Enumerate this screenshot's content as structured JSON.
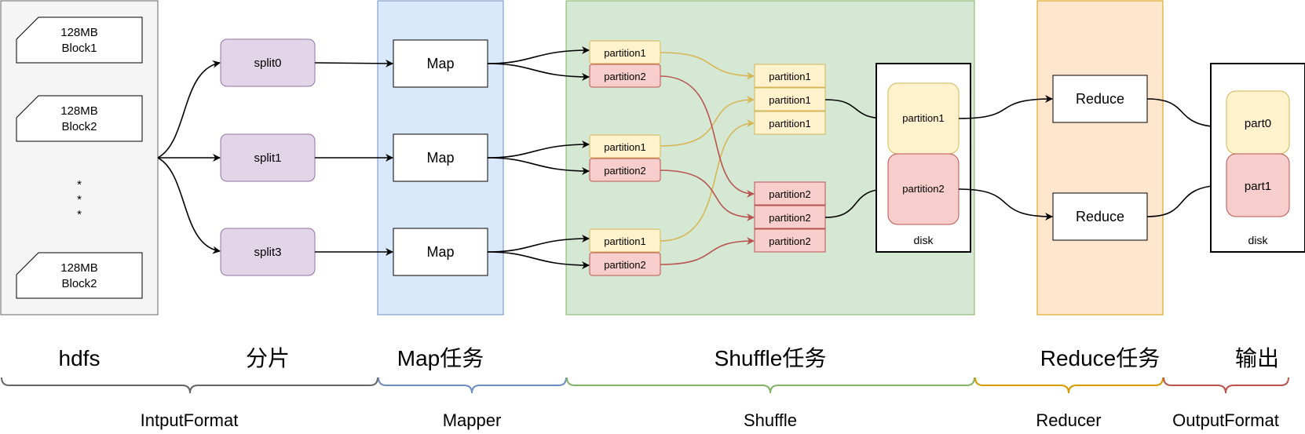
{
  "hdfs": {
    "blocks": [
      {
        "size": "128MB",
        "name": "Block1"
      },
      {
        "size": "128MB",
        "name": "Block2"
      },
      {
        "size": "128MB",
        "name": "Block2"
      }
    ],
    "ellipsis": "*"
  },
  "splits": [
    "split0",
    "split1",
    "split3"
  ],
  "maps": [
    "Map",
    "Map",
    "Map"
  ],
  "partition_labels": {
    "p1": "partition1",
    "p2": "partition2"
  },
  "disk_label": "disk",
  "reduces": [
    "Reduce",
    "Reduce"
  ],
  "outputs": [
    "part0",
    "part1"
  ],
  "stages": {
    "hdfs": "hdfs",
    "split": "分片",
    "map": "Map任务",
    "shuffle": "Shuffle任务",
    "reduce": "Reduce任务",
    "output": "输出"
  },
  "phases": {
    "input": "IntputFormat",
    "mapper": "Mapper",
    "shuffle": "Shuffle",
    "reducer": "Reducer",
    "output": "OutputFormat"
  },
  "colors": {
    "hdfs_bg": "#f5f5f5",
    "split_fill": "#e1d5e7",
    "split_stroke": "#9673a6",
    "mapper_bg": "#dae8fc",
    "mapper_stroke": "#6c8ebf",
    "shuffle_bg": "#d5e8d4",
    "shuffle_stroke": "#82b366",
    "reducer_bg": "#ffe6cc",
    "reducer_stroke": "#d79b00",
    "p1_fill": "#fff2cc",
    "p1_stroke": "#d6b656",
    "p2_fill": "#f8cecc",
    "p2_stroke": "#b85450",
    "output_stroke": "#b85450"
  }
}
